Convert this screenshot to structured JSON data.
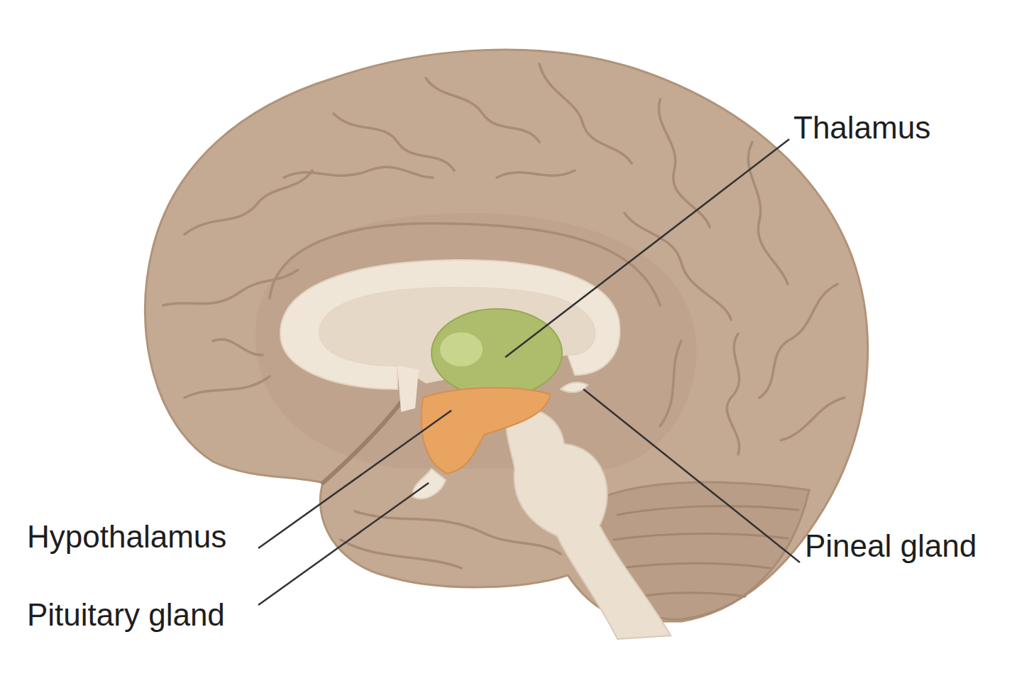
{
  "diagram": {
    "labels": [
      "Thalamus",
      "Hypothalamus",
      "Pituitary gland",
      "Pineal gland"
    ]
  }
}
